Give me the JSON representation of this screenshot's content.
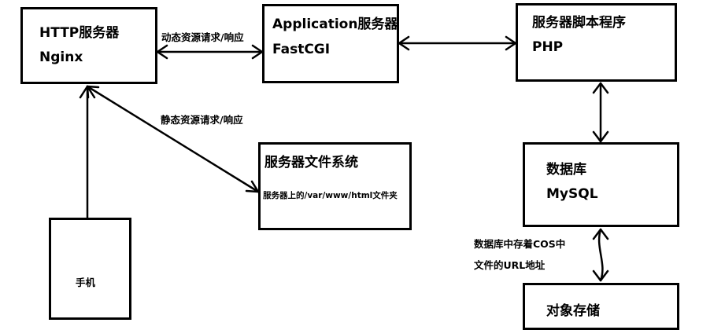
{
  "nodes": {
    "nginx": {
      "line1": "HTTP服务器",
      "line2": "Nginx"
    },
    "app": {
      "line1": "Application服务器",
      "line2": "FastCGI"
    },
    "php": {
      "line1": "服务器脚本程序",
      "line2": "PHP"
    },
    "fs": {
      "line1": "服务器文件系统",
      "line2": "服务器上的/var/www/html文件夹"
    },
    "mysql": {
      "line1": "数据库",
      "line2": "MySQL"
    },
    "phone": {
      "label": "手机"
    },
    "storage": {
      "label": "对象存储"
    }
  },
  "edges": {
    "dynamic": "动态资源请求/响应",
    "static": "静态资源请求/响应",
    "cos_note_line1": "数据库中存着COS中",
    "cos_note_line2": "文件的URL地址"
  }
}
